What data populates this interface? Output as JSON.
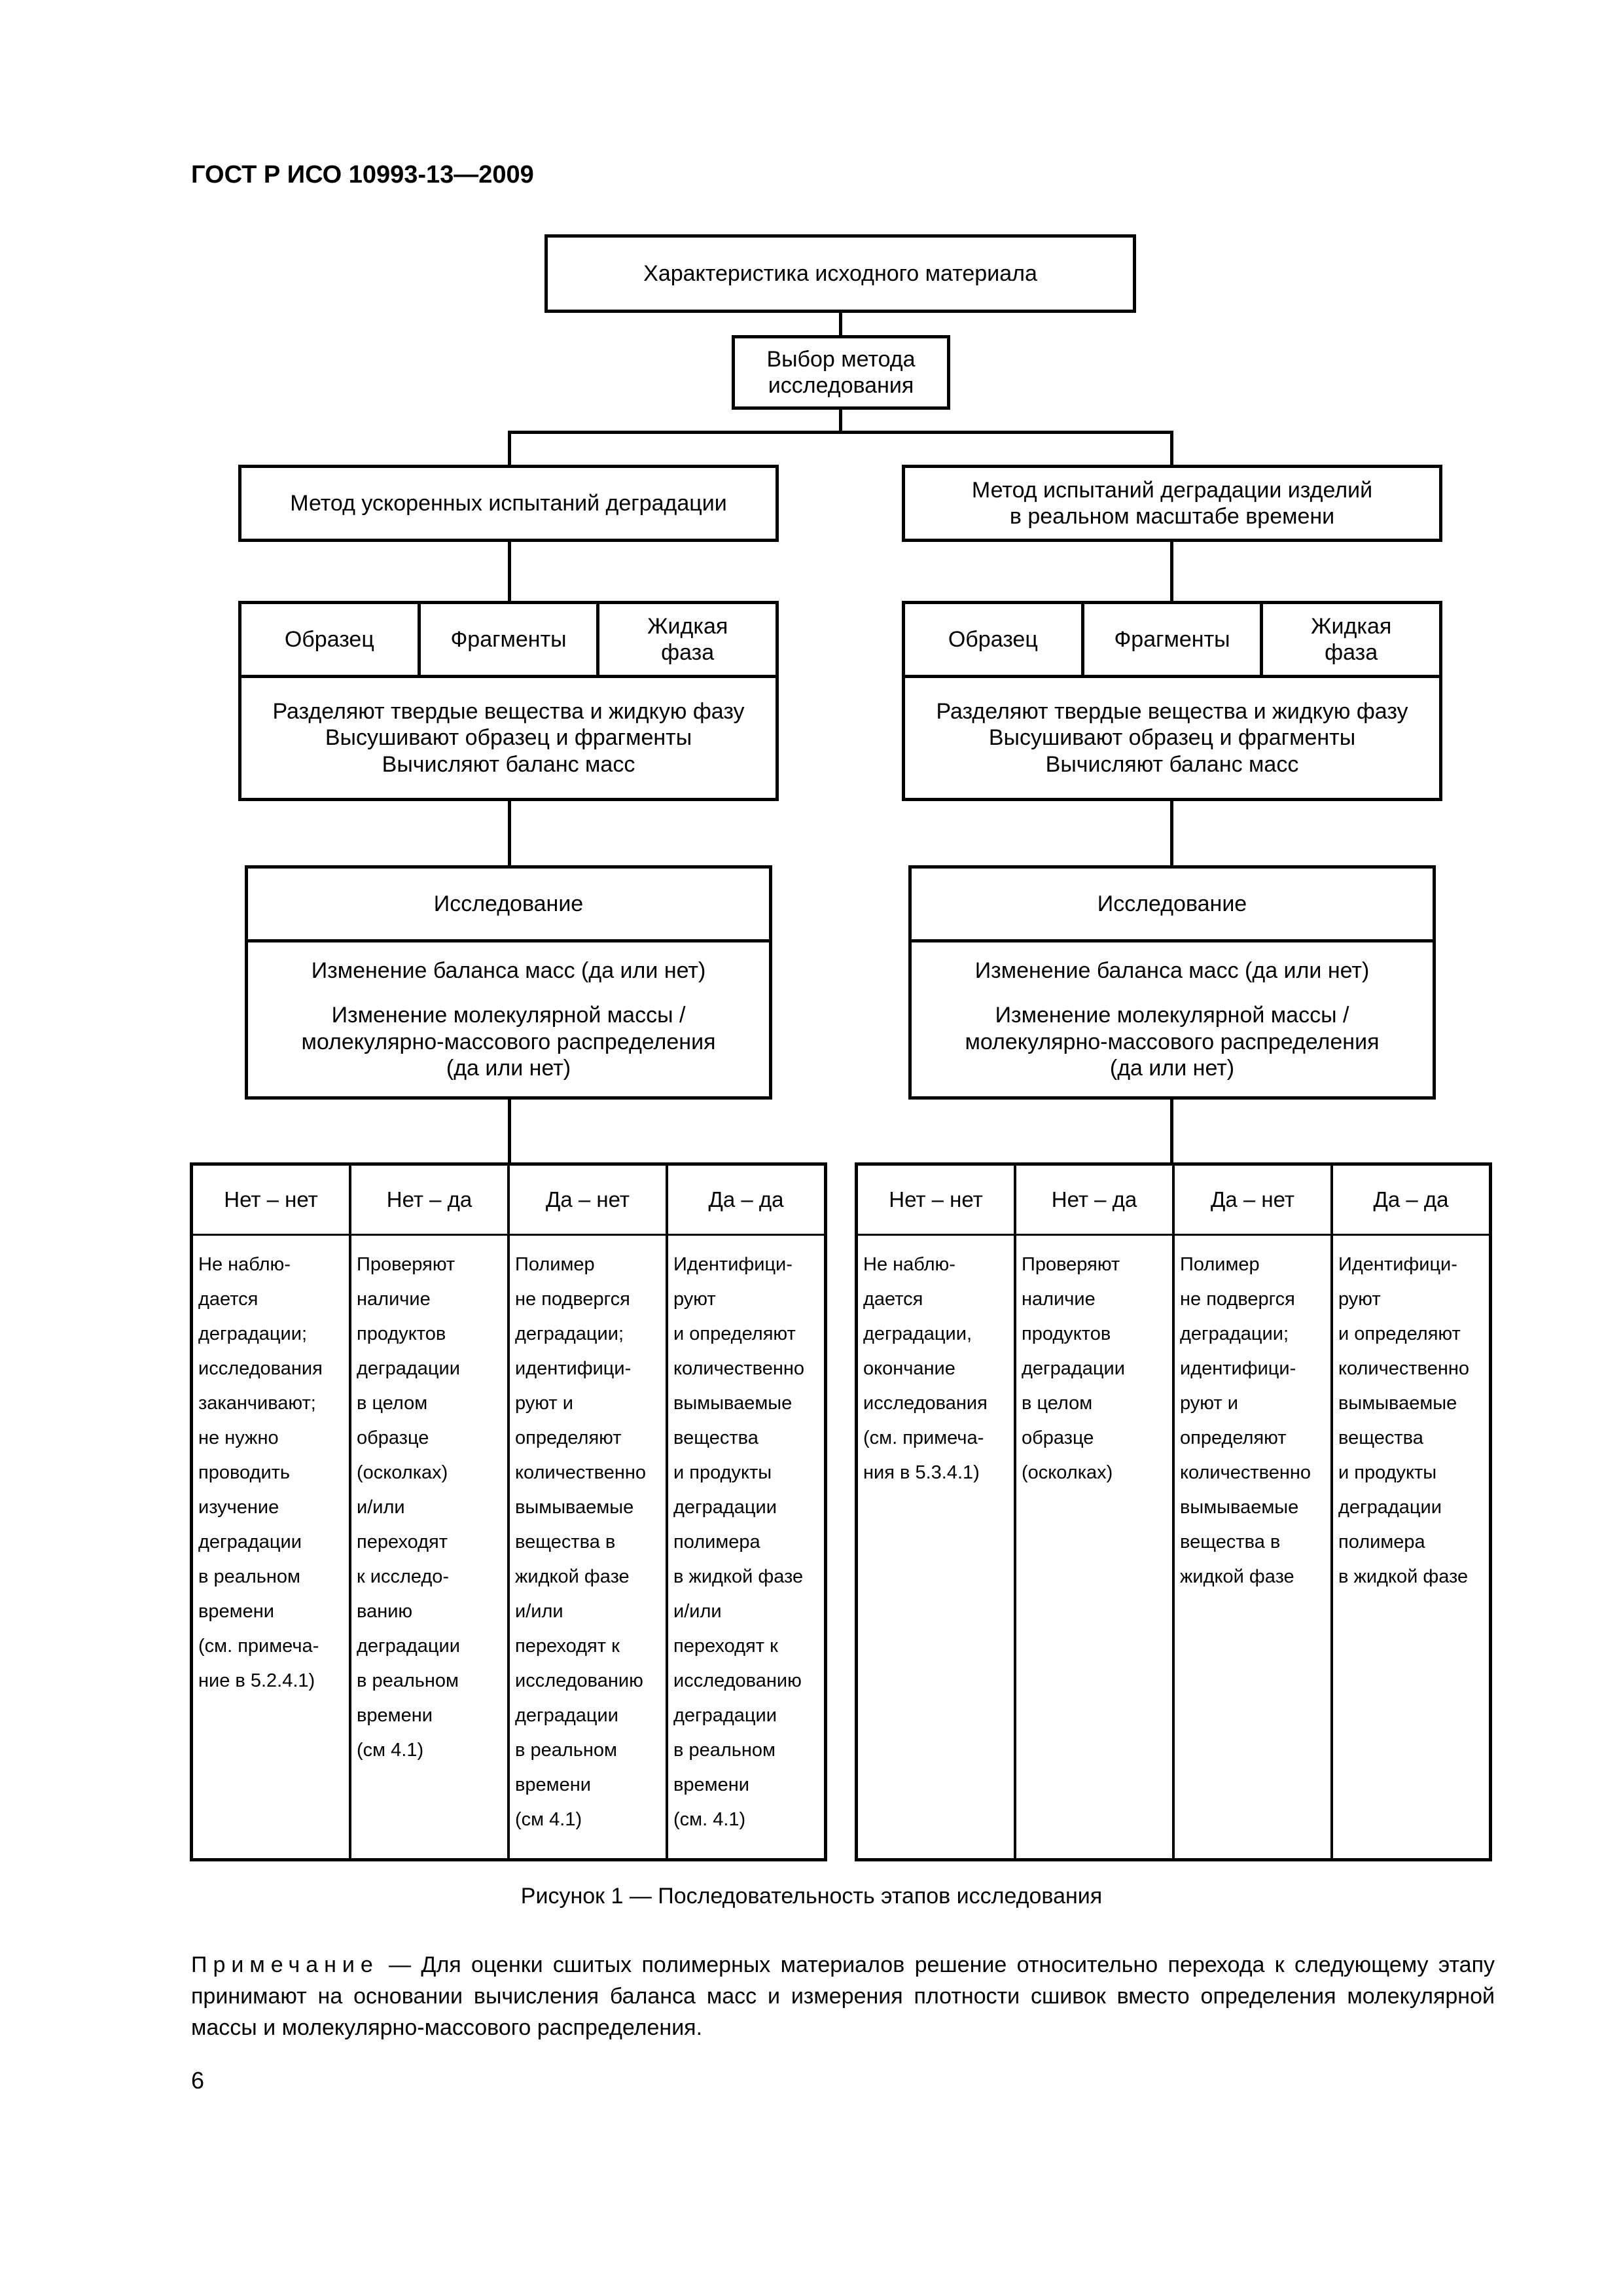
{
  "header": "ГОСТ Р ИСО 10993-13—2009",
  "flow": {
    "start": "Характеристика исходного материала",
    "select_method": [
      "Выбор метода",
      "исследования"
    ],
    "left": {
      "method": "Метод ускоренных испытаний деградации",
      "samples": [
        "Образец",
        "Фрагменты",
        "Жидкая\nфаза"
      ],
      "processing": [
        "Разделяют твердые вещества и жидкую фазу",
        "Высушивают образец и фрагменты",
        "Вычисляют баланс масс"
      ],
      "study_title": "Исследование",
      "study_lines": [
        "Изменение баланса масс (да или нет)",
        "Изменение молекулярной массы /\nмолекулярно-массового распределения\n(да или нет)"
      ],
      "outcomes": [
        {
          "head": "Нет – нет",
          "body": "Не наблю-\nдается\nдеградации;\nисследования\nзаканчивают;\nне нужно\nпроводить\nизучение\nдеградации\nв реальном\nвремени\n(см. примеча-\nние в 5.2.4.1)"
        },
        {
          "head": "Нет – да",
          "body": "Проверяют\nналичие\nпродуктов\nдеградации\nв целом\nобразце\n(осколках)\nи/или\nпереходят\nк исследо-\nванию\nдеградации\nв реальном\nвремени\n(см 4.1)"
        },
        {
          "head": "Да – нет",
          "body": "Полимер\nне подвергся\nдеградации;\nидентифици-\nруют и\nопределяют\nколичественно\nвымываемые\nвещества в\nжидкой фазе\nи/или\nпереходят к\nисследованию\nдеградации\nв реальном\nвремени\n(см 4.1)"
        },
        {
          "head": "Да – да",
          "body": "Идентифици-\nруют\nи определяют\nколичественно\nвымываемые\nвещества\nи продукты\nдеградации\nполимера\nв жидкой фазе\nи/или\nпереходят к\nисследованию\nдеградации\nв реальном\nвремени\n(см. 4.1)"
        }
      ]
    },
    "right": {
      "method": "Метод испытаний деградации изделий\nв реальном масштабе времени",
      "samples": [
        "Образец",
        "Фрагменты",
        "Жидкая\nфаза"
      ],
      "processing": [
        "Разделяют твердые вещества и жидкую фазу",
        "Высушивают образец и фрагменты",
        "Вычисляют баланс масс"
      ],
      "study_title": "Исследование",
      "study_lines": [
        "Изменение баланса масс (да или нет)",
        "Изменение молекулярной массы /\nмолекулярно-массового распределения\n(да или нет)"
      ],
      "outcomes": [
        {
          "head": "Нет – нет",
          "body": "Не наблю-\nдается\nдеградации,\nокончание\nисследования\n(см. примеча-\nния в 5.3.4.1)"
        },
        {
          "head": "Нет – да",
          "body": "Проверяют\nналичие\nпродуктов\nдеградации\nв целом\nобразце\n(осколках)"
        },
        {
          "head": "Да – нет",
          "body": "Полимер\nне подвергся\nдеградации;\nидентифици-\nруют и\nопределяют\nколичественно\nвымываемые\nвещества в\nжидкой фазе"
        },
        {
          "head": "Да – да",
          "body": "Идентифици-\nруют\nи определяют\nколичественно\nвымываемые\nвещества\nи продукты\nдеградации\nполимера\nв жидкой фазе"
        }
      ]
    }
  },
  "caption": "Рисунок 1 — Последовательность этапов исследования",
  "note": {
    "label": "Примечание",
    "text": " — Для оценки сшитых полимерных материалов решение относительно перехода к следующему этапу принимают на основании вычисления баланса масс и измерения плотности сшивок вместо определения молекулярной массы и молекулярно-массового распределения."
  },
  "page_number": "6"
}
